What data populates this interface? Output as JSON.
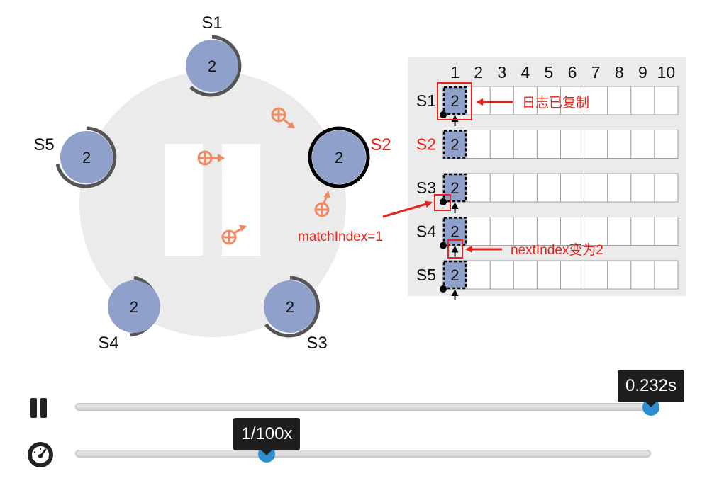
{
  "servers": [
    {
      "id": "S1",
      "term": "2",
      "leader": false
    },
    {
      "id": "S2",
      "term": "2",
      "leader": true
    },
    {
      "id": "S3",
      "term": "2",
      "leader": false
    },
    {
      "id": "S4",
      "term": "2",
      "leader": false
    },
    {
      "id": "S5",
      "term": "2",
      "leader": false
    }
  ],
  "log": {
    "columns": [
      "1",
      "2",
      "3",
      "4",
      "5",
      "6",
      "7",
      "8",
      "9",
      "10"
    ],
    "rows": [
      {
        "label": "S1",
        "entries": [
          "2"
        ],
        "leader": false
      },
      {
        "label": "S2",
        "entries": [
          "2"
        ],
        "leader": true
      },
      {
        "label": "S3",
        "entries": [
          "2"
        ],
        "leader": false
      },
      {
        "label": "S4",
        "entries": [
          "2"
        ],
        "leader": false
      },
      {
        "label": "S5",
        "entries": [
          "2"
        ],
        "leader": false
      }
    ]
  },
  "annotations": {
    "replicated": "日志已复制",
    "match_index": "matchIndex=1",
    "next_index": "nextIndex变为2"
  },
  "playback": {
    "time_label": "0.232s",
    "time_fraction": 1.0,
    "speed_label": "1/100x",
    "speed_fraction": 0.333
  },
  "colors": {
    "server_fill": "#8fa0cb",
    "leader_ring": "#000000",
    "accent_red": "#e8231c",
    "message": "#f08a62",
    "slider_thumb": "#2c8fd0"
  },
  "icons": {
    "pause": "pause-icon",
    "speed": "speedometer-icon",
    "message": "message-icon"
  }
}
